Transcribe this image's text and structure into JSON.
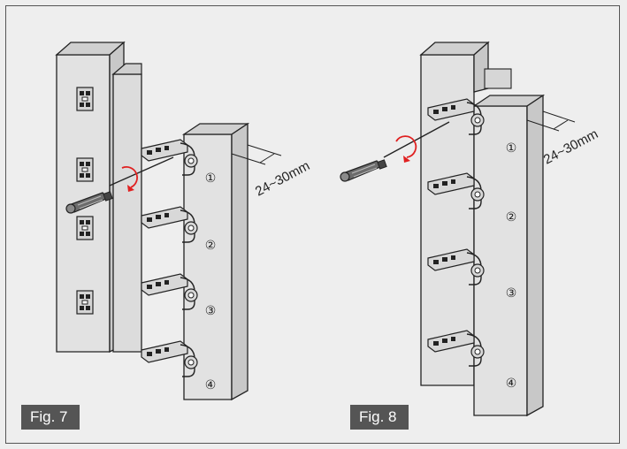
{
  "figures": [
    {
      "label": "Fig. 7",
      "dimension": "24~30mm",
      "hinges": [
        "①",
        "②",
        "③",
        "④"
      ]
    },
    {
      "label": "Fig. 8",
      "dimension": "24~30mm",
      "hinges": [
        "①",
        "②",
        "③",
        "④"
      ]
    }
  ],
  "colors": {
    "background": "#eeeeee",
    "panel_face": "#e2e2e2",
    "panel_side": "#cfcfcf",
    "line": "#222222",
    "label_bg": "#555555",
    "rotation_arrow": "#e02020"
  },
  "icons": [
    "screwdriver-icon",
    "rotation-arrow-icon",
    "hinge-icon",
    "mounting-plate-icon"
  ]
}
